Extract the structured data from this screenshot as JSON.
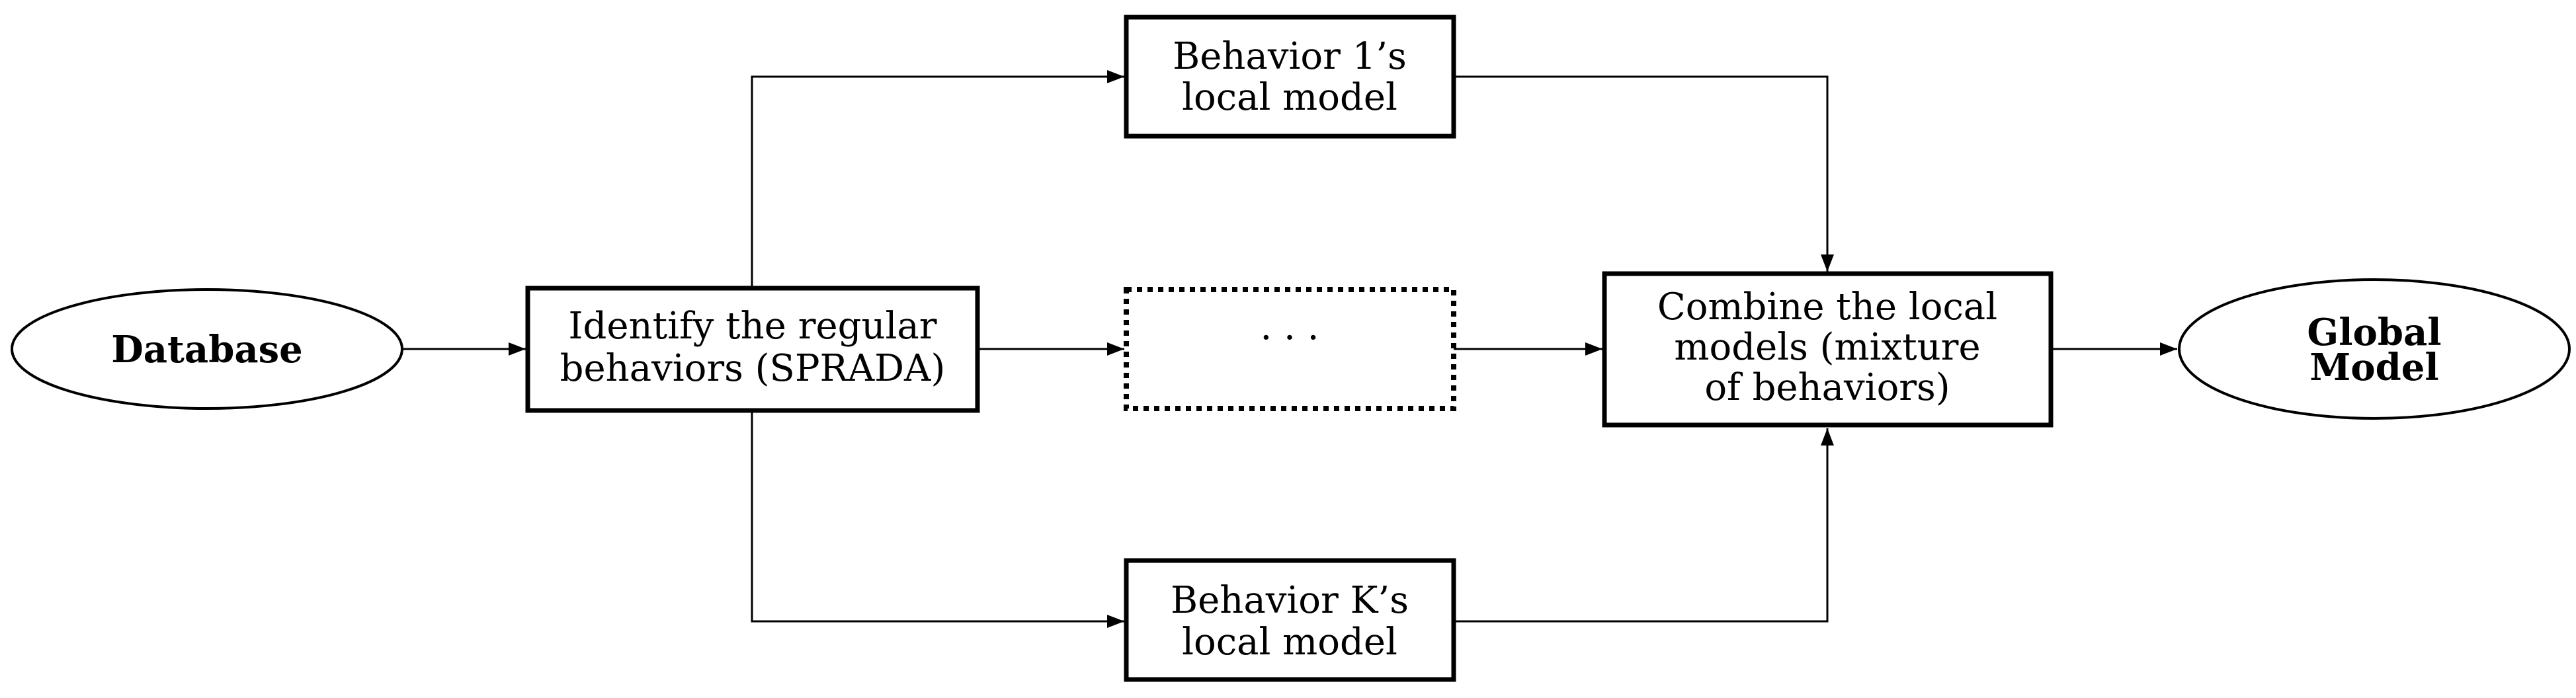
{
  "diagram": {
    "nodes": {
      "database": {
        "label": "Database"
      },
      "identify": {
        "line1": "Identify the regular",
        "line2": "behaviors (SPRADA)"
      },
      "behavior1": {
        "line1": "Behavior 1’s",
        "line2": "local model"
      },
      "ellipsis": {
        "label": "· · ·"
      },
      "behaviorK": {
        "line1": "Behavior K’s",
        "line2": "local model"
      },
      "combine": {
        "line1": "Combine the local",
        "line2": "models (mixture",
        "line3": "of behaviors)"
      },
      "global": {
        "line1": "Global",
        "line2": "Model"
      }
    },
    "colors": {
      "stroke": "#000000",
      "fill": "#ffffff"
    }
  }
}
